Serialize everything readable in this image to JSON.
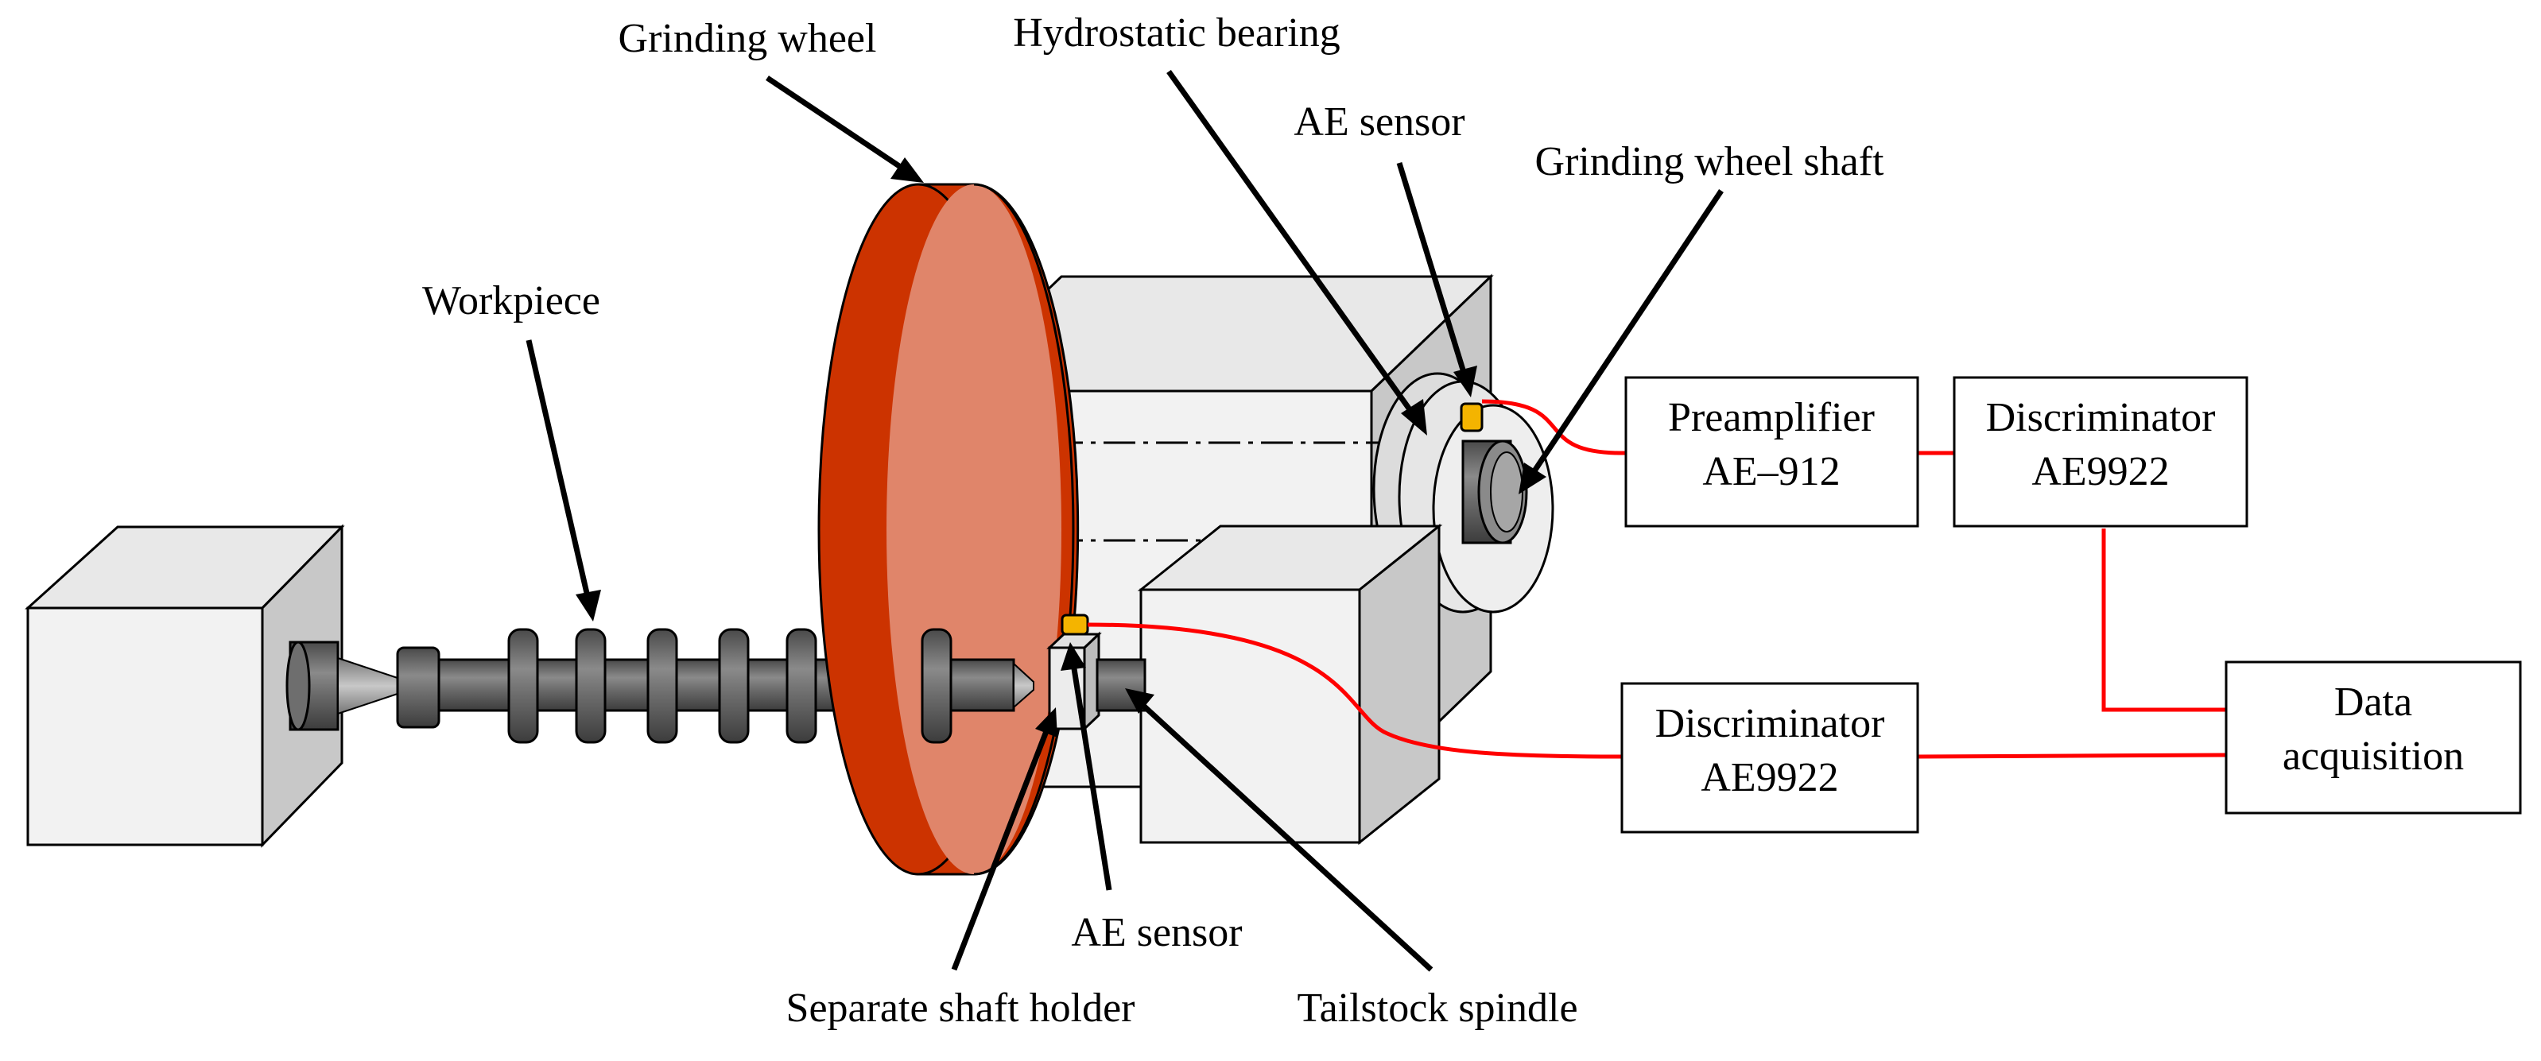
{
  "labels": {
    "grinding_wheel": "Grinding wheel",
    "hydrostatic_bearing": "Hydrostatic bearing",
    "ae_sensor_top": "AE sensor",
    "grinding_wheel_shaft": "Grinding wheel shaft",
    "workpiece": "Workpiece",
    "ae_sensor_bottom": "AE sensor",
    "separate_shaft_holder": "Separate shaft holder",
    "tailstock_spindle": "Tailstock spindle"
  },
  "boxes": {
    "preamplifier": {
      "line1": "Preamplifier",
      "line2": "AE–912"
    },
    "discriminator_top": {
      "line1": "Discriminator",
      "line2": "AE9922"
    },
    "discriminator_bottom": {
      "line1": "Discriminator",
      "line2": "AE9922"
    },
    "data_acquisition": {
      "line1": "Data",
      "line2": "acquisition"
    }
  },
  "colors": {
    "wheel_rim": "#cc3300",
    "wheel_face": "#e0856a",
    "signal_wire": "#ff0000",
    "sensor": "#f4b400",
    "shaft": "#6e6e6e",
    "box_front": "#f2f2f2",
    "box_top": "#e8e8e8",
    "box_side": "#c8c8c8"
  }
}
